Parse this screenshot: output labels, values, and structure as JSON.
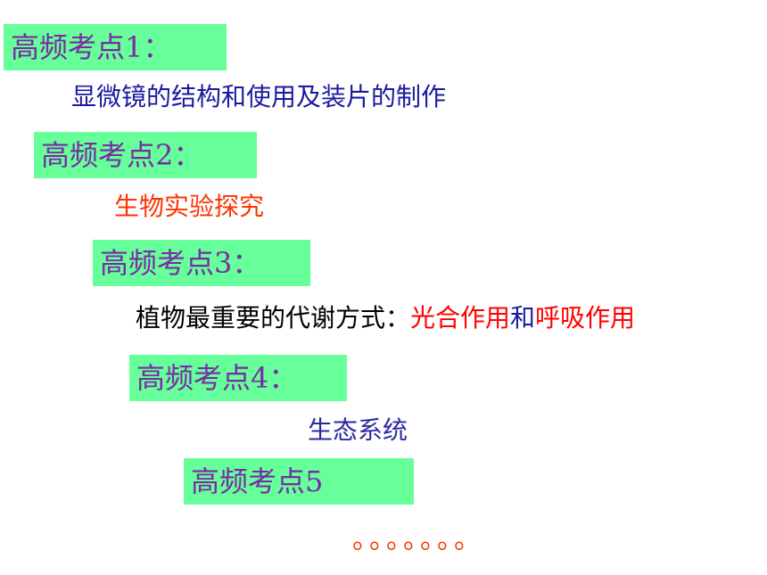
{
  "topics": [
    {
      "heading": "高频考点1：",
      "text": "显微镜的结构和使用及装片的制作"
    },
    {
      "heading": "高频考点2：",
      "text": "生物实验探究"
    },
    {
      "heading": "高频考点3：",
      "text_prefix": "植物最重要的代谢方式：",
      "text_part1": "光合作用",
      "text_conj": "和",
      "text_part2": "呼吸作用"
    },
    {
      "heading": "高频考点4：",
      "text": "生态系统"
    },
    {
      "heading": "高频考点5"
    }
  ],
  "ellipsis": "。。。。。。。",
  "colors": {
    "heading_bg": "#66ff99",
    "heading_text": "#7a2aa8",
    "accent_red": "#ff0000",
    "accent_blue": "#1a1aa0",
    "accent_orange": "#ff3300"
  }
}
